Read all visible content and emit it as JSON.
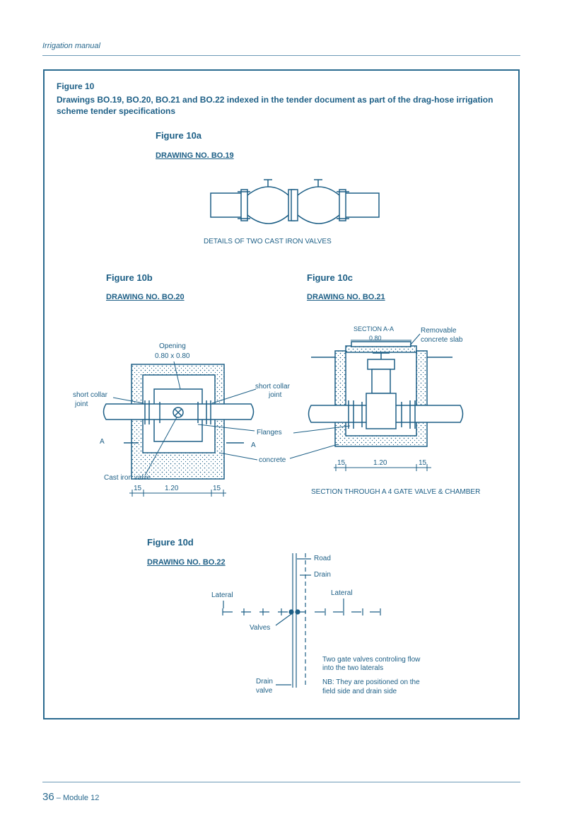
{
  "header": {
    "running_title": "Irrigation manual"
  },
  "figure": {
    "label": "Figure 10",
    "caption": "Drawings BO.19, BO.20, BO.21 and BO.22 indexed in the tender document as part of the drag-hose irrigation scheme tender specifications"
  },
  "fig10a": {
    "title": "Figure 10a",
    "drawing_no": "DRAWING NO. BO.19",
    "caption": "DETAILS OF TWO CAST IRON VALVES"
  },
  "fig10b": {
    "title": "Figure 10b",
    "drawing_no": "DRAWING NO. BO.20",
    "opening_label": "Opening",
    "opening_size": "0.80 x 0.80",
    "short_collar_left_1": "short collar",
    "short_collar_left_2": "joint",
    "short_collar_right_1": "short collar",
    "short_collar_right_2": "joint",
    "section_a_left": "A",
    "section_a_right": "A",
    "flanges": "Flanges",
    "concrete": "concrete",
    "cast_iron_valve": "Cast iron valve",
    "dim_left": "15",
    "dim_mid": "1.20",
    "dim_right": "15"
  },
  "fig10c": {
    "title": "Figure 10c",
    "drawing_no": "DRAWING NO. BO.21",
    "section_label": "SECTION A-A",
    "opening_dim": "0.80",
    "slab_1": "Removable",
    "slab_2": "concrete slab",
    "dim_left": "15",
    "dim_mid": "1.20",
    "dim_right": "15",
    "caption": "SECTION THROUGH A 4 GATE VALVE & CHAMBER"
  },
  "fig10d": {
    "title": "Figure 10d",
    "drawing_no": "DRAWING NO. BO.22",
    "road": "Road",
    "drain": "Drain",
    "lateral_left": "Lateral",
    "lateral_right": "Lateral",
    "valves": "Valves",
    "drain_valve_1": "Drain",
    "drain_valve_2": "valve",
    "note_1": "Two gate valves controling flow",
    "note_2": "into the two laterals",
    "nb_1": "NB:  They are positioned on the",
    "nb_2": "field side and drain side"
  },
  "footer": {
    "page_number": "36",
    "separator": "–",
    "module": "Module 12"
  }
}
